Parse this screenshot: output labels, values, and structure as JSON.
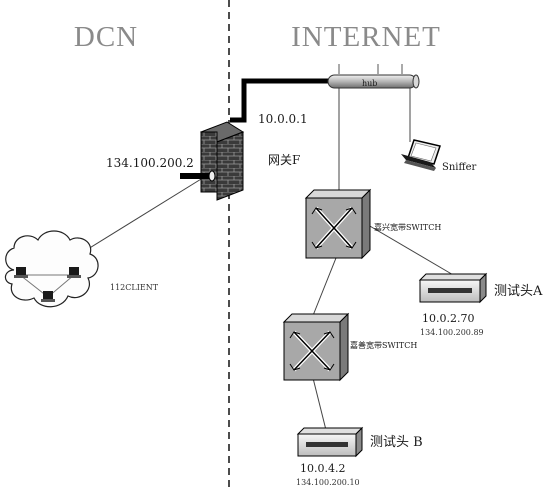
{
  "zones": {
    "left": "DCN",
    "right": "INTERNET"
  },
  "hub": {
    "label": "hub"
  },
  "sniffer": {
    "label": "Sniffer"
  },
  "gateway": {
    "name": "网关F",
    "ip_inside": "10.0.0.1",
    "ip_outside": "134.100.200.2"
  },
  "client": {
    "label": "112CLIENT"
  },
  "switch_1": {
    "label": "嘉兴宽带SWITCH"
  },
  "switch_2": {
    "label": "嘉善宽带SWITCH"
  },
  "probe_a": {
    "name": "测试头A",
    "ip_private": "10.0.2.70",
    "ip_public": "134.100.200.89"
  },
  "probe_b": {
    "name": "测试头 B",
    "ip_private": "10.0.4.2",
    "ip_public": "134.100.200.10"
  },
  "colors": {
    "cable": "#000000",
    "link": "#444444",
    "switch_body": "#a8a8a8",
    "firewall": "#3b3b3b",
    "zone_text": "#8a8a8a"
  }
}
